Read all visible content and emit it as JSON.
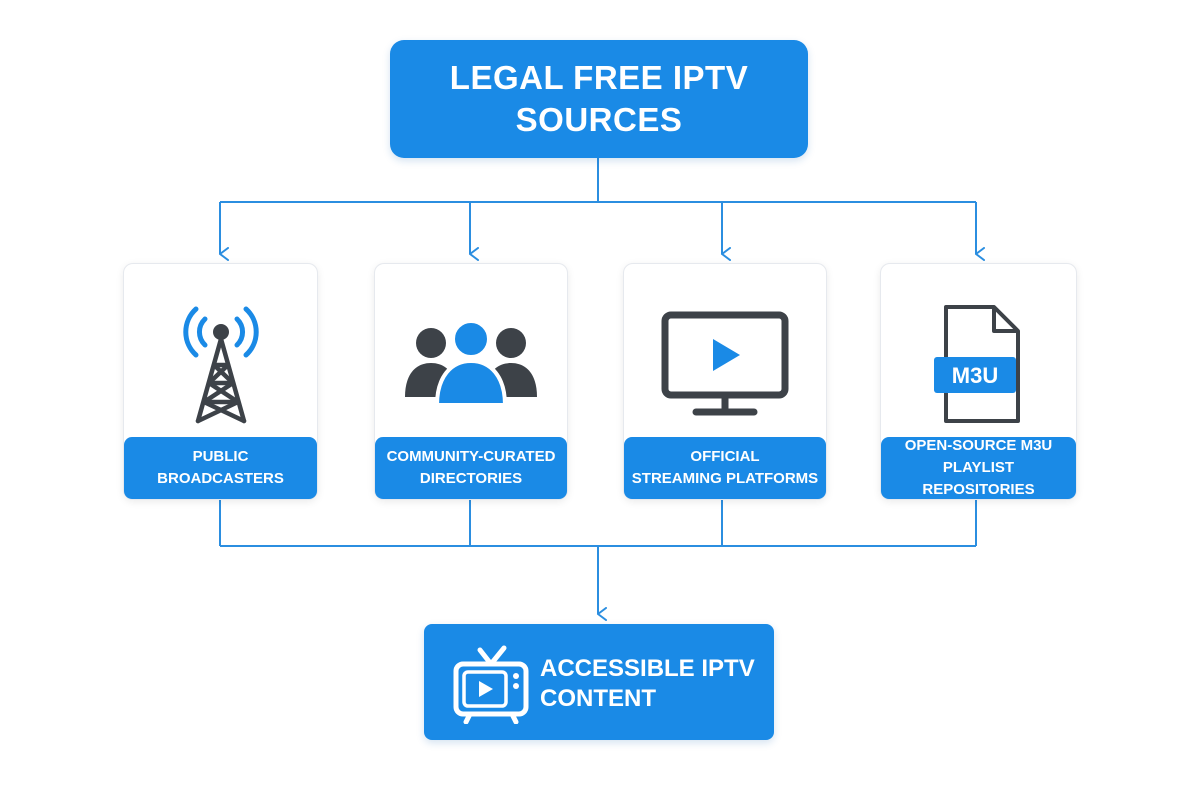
{
  "diagram": {
    "title": "LEGAL FREE IPTV\nSOURCES",
    "sources": [
      {
        "label": "PUBLIC\nBROADCASTERS",
        "icon": "broadcast-tower-icon"
      },
      {
        "label": "COMMUNITY-CURATED\nDIRECTORIES",
        "icon": "community-group-icon"
      },
      {
        "label": "OFFICIAL\nSTREAMING PLATFORMS",
        "icon": "monitor-play-icon"
      },
      {
        "label": "OPEN-SOURCE M3U\nPLAYLIST REPOSITORIES",
        "icon": "m3u-file-icon",
        "badge": "M3U"
      }
    ],
    "result": {
      "label": "ACCESSIBLE IPTV\nCONTENT",
      "icon": "retro-tv-play-icon"
    }
  },
  "colors": {
    "accent": "#1a8ae6",
    "icon_dark": "#3d4248",
    "connector": "#2b8ee0",
    "background": "#ffffff"
  }
}
